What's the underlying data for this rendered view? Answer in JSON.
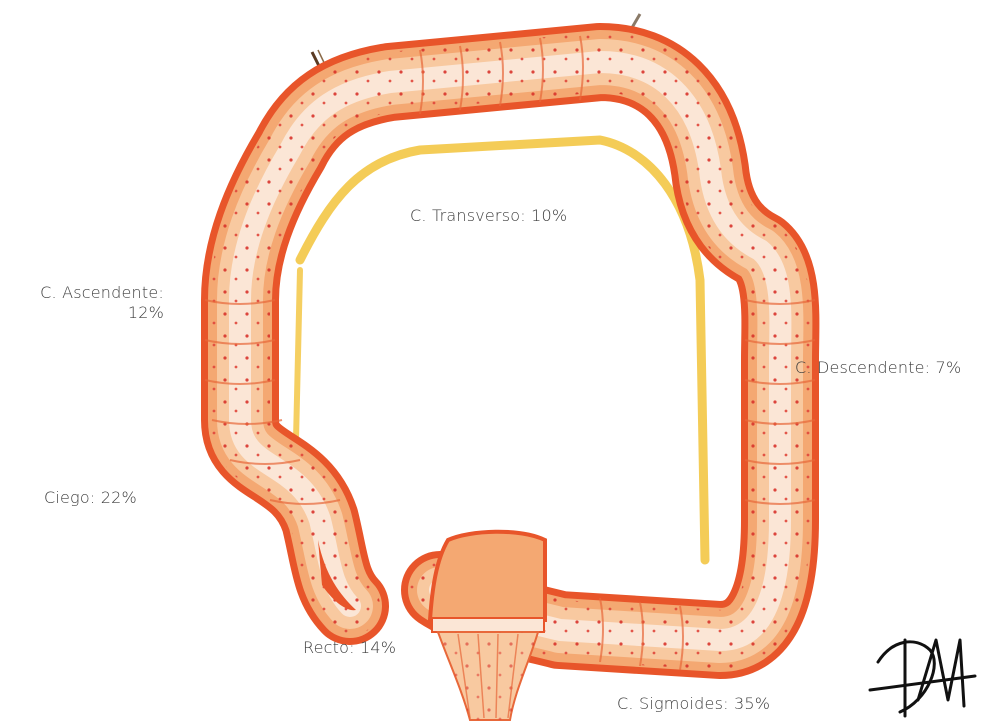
{
  "labels": {
    "transverso": "C. Transverso: 10%",
    "ascendente_line1": "C. Ascendente:",
    "ascendente_line2": "12%",
    "descendente": "C. Descendente: 7%",
    "ciego": "Ciego: 22%",
    "recto": "Recto: 14%",
    "sigmoides": "C. Sigmoides: 35%"
  },
  "signature": "DM",
  "colors": {
    "outer": "#e8552a",
    "wall": "#f4a872",
    "haustra": "#f8c9a0",
    "lumen": "#fbe6d6",
    "fat": "#f2c33a",
    "dots": "#d8332b",
    "signature": "#111111"
  }
}
